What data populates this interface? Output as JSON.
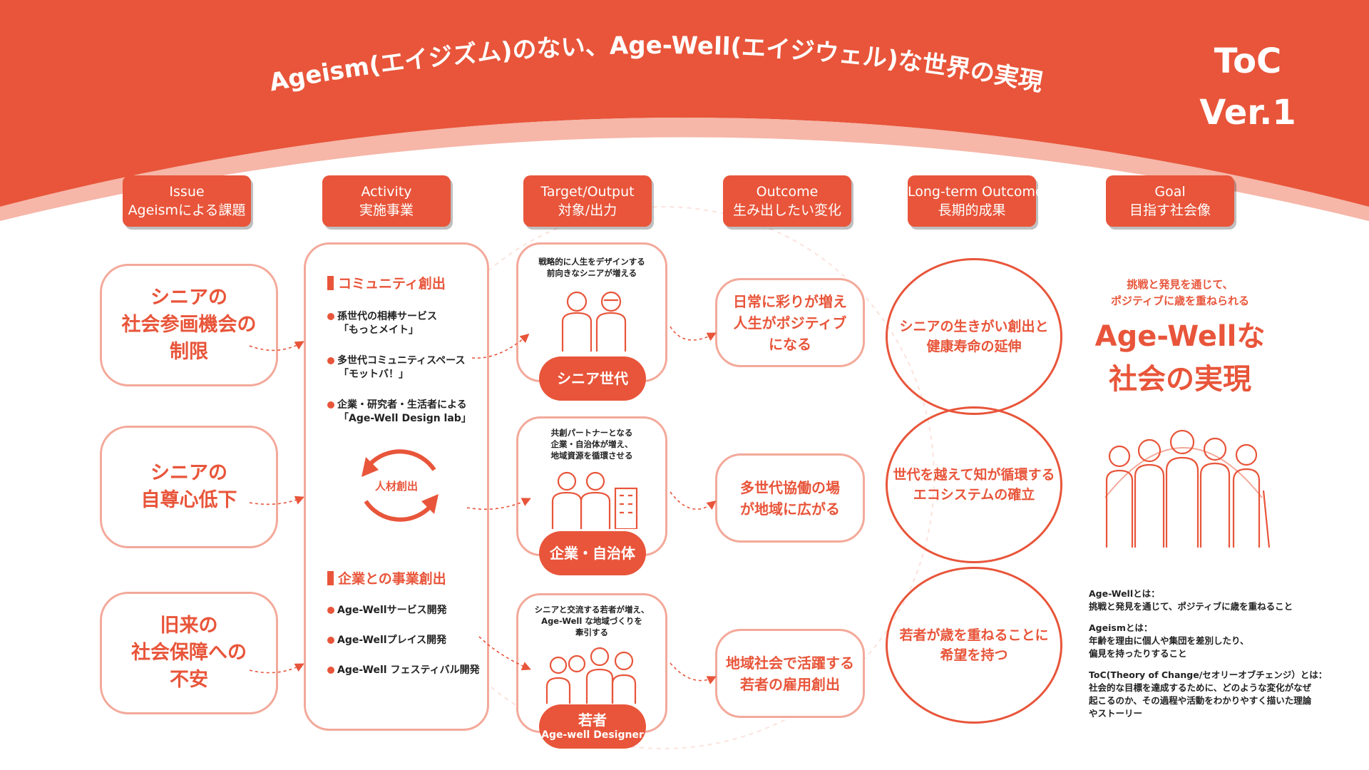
{
  "header": {
    "title": "Ageism(エイジズム)のない、Age-Well(エイジウェル)な世界の実現",
    "toc_line1": "ToC",
    "toc_line2": "Ver.1"
  },
  "columns": [
    {
      "line1": "Issue",
      "line2": "Ageismによる課題"
    },
    {
      "line1": "Activity",
      "line2": "実施事業"
    },
    {
      "line1": "Target/Output",
      "line2": "対象/出力"
    },
    {
      "line1": "Outcome",
      "line2": "生み出したい変化"
    },
    {
      "line1": "Long-term Outcome",
      "line2": "長期的成果"
    },
    {
      "line1": "Goal",
      "line2": "目指す社会像"
    }
  ],
  "issues": [
    {
      "line1": "シニアの",
      "line2": "社会参画機会の",
      "line3": "制限"
    },
    {
      "line1": "シニアの",
      "line2": "自尊心低下"
    },
    {
      "line1": "旧来の",
      "line2": "社会保障への",
      "line3": "不安"
    }
  ],
  "activity": {
    "section1": "コミュニティ創出",
    "items1": [
      {
        "line1": "孫世代の相棒サービス",
        "line2": "「もっとメイト」"
      },
      {
        "line1": "多世代コミュニティスペース",
        "line2": "「モットバ！」"
      },
      {
        "line1": "企業・研究者・生活者による",
        "line2": "「Age-Well Design lab」"
      }
    ],
    "cycle_label": "人材創出",
    "section2": "企業との事業創出",
    "items2": [
      "Age-Wellサービス開発",
      "Age-Wellプレイス開発",
      "Age-Well フェスティバル開発"
    ]
  },
  "targets": [
    {
      "desc1": "戦略的に人生をデザインする",
      "desc2": "前向きなシニアが増える",
      "desc3": "",
      "label": "シニア世代",
      "sub": ""
    },
    {
      "desc1": "共創パートナーとなる",
      "desc2": "企業・自治体が増え、",
      "desc3": "地域資源を循環させる",
      "label": "企業・自治体",
      "sub": ""
    },
    {
      "desc1": "シニアと交流する若者が増え、",
      "desc2": "Age-Well な地域づくりを",
      "desc3": "牽引する",
      "label": "若者",
      "sub": "Age-well Designer"
    }
  ],
  "outcomes": [
    {
      "line1": "日常に彩りが増え",
      "line2": "人生がポジティブ",
      "line3": "になる"
    },
    {
      "line1": "多世代協働の場",
      "line2": "が地域に広がる"
    },
    {
      "line1": "地域社会で活躍する",
      "line2": "若者の雇用創出"
    }
  ],
  "long_term": [
    {
      "line1": "シニアの生きがい創出と",
      "line2": "健康寿命の延伸"
    },
    {
      "line1": "世代を越えて知が循環する",
      "line2": "エコシステムの確立"
    },
    {
      "line1": "若者が歳を重ねることに",
      "line2": "希望を持つ"
    }
  ],
  "goal": {
    "sub1": "挑戦と発見を通じて、",
    "sub2": "ポジティブに歳を重ねられる",
    "main1": "Age-Wellな",
    "main2": "社会の実現"
  },
  "notes": {
    "agewell_head": "Age-Wellとは：",
    "agewell_body": "挑戦と発見を通じて、ポジティブに歳を重ねること",
    "ageism_head": "Ageismとは：",
    "ageism_body1": "年齢を理由に個人や集団を差別したり、",
    "ageism_body2": "偏見を持ったりすること",
    "toc_head": "ToC(Theory of Change/セオリーオブチェンジ）とは：",
    "toc_body1": "社会的な目標を達成するために、どのような変化がなぜ",
    "toc_body2": "起こるのか、その過程や活動をわかりやすく描いた理論",
    "toc_body3": "やストーリー"
  },
  "colors": {
    "accent": "#e8553a",
    "soft": "#f3a99a"
  }
}
